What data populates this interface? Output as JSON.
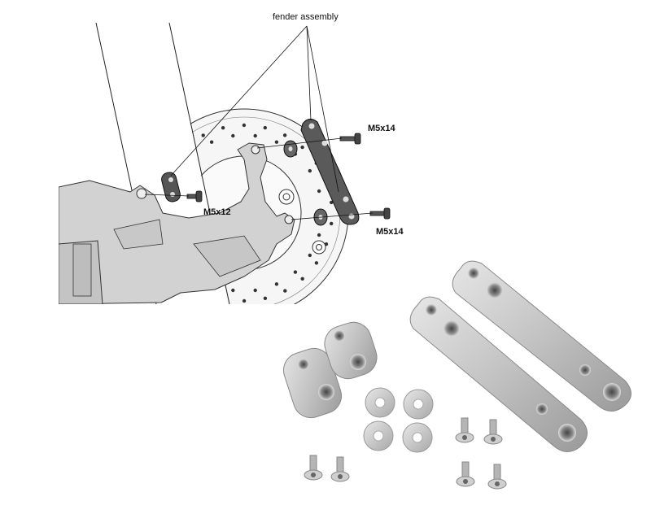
{
  "diagram": {
    "labels": {
      "fender_assembly": "fender assembly",
      "bolt_m5x14_upper": "M5x14",
      "bolt_m5x12": "M5x12",
      "bolt_m5x14_lower": "M5x14"
    },
    "colors": {
      "line": "#111111",
      "fork_fill": "#f2f2f2",
      "caliper_fill": "#cfcfcf",
      "disc_fill": "#f4f4f4",
      "dark_part": "#555555",
      "metal_light": "#d9d9d9",
      "metal_mid": "#b8b8b8",
      "metal_dark": "#8c8c8c"
    }
  },
  "photo": {
    "parts": [
      "long-bracket",
      "long-bracket",
      "short-spacer",
      "short-spacer",
      "washer",
      "washer",
      "washer",
      "washer",
      "screw",
      "screw",
      "screw",
      "screw",
      "screw",
      "screw"
    ]
  }
}
